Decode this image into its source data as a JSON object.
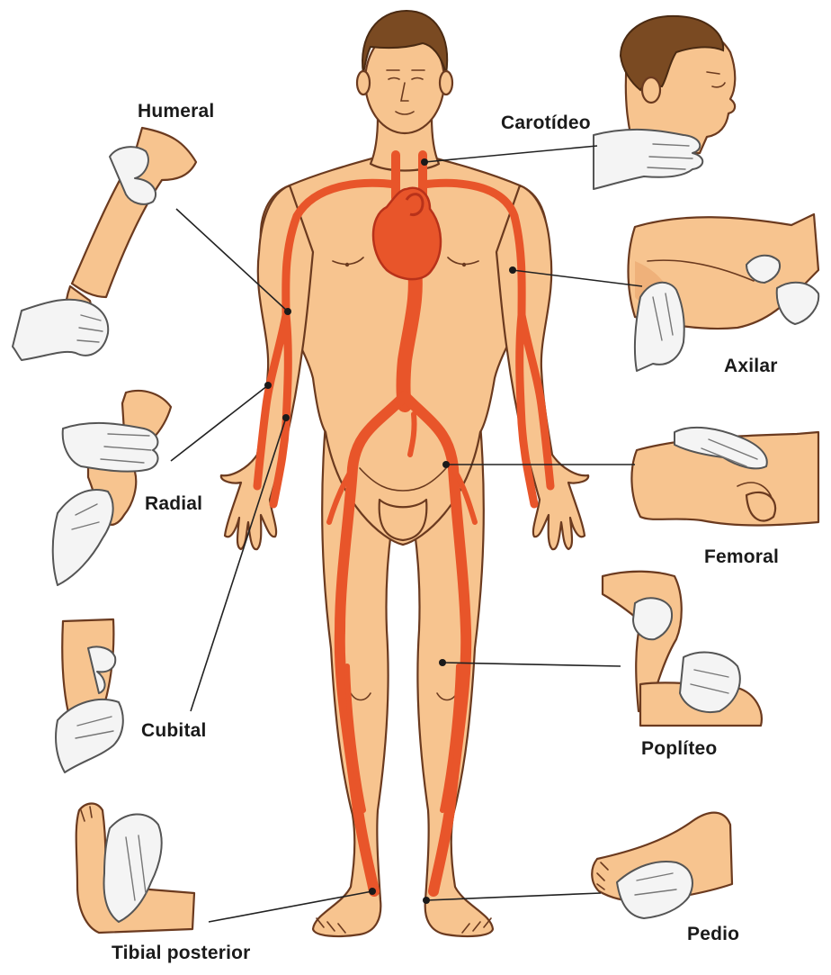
{
  "labels": {
    "humeral": "Humeral",
    "carotideo": "Carotídeo",
    "axilar": "Axilar",
    "radial": "Radial",
    "femoral": "Femoral",
    "cubital": "Cubital",
    "popliteo": "Poplíteo",
    "tibial_posterior": "Tibial posterior",
    "pedio": "Pedio"
  },
  "colors": {
    "skin": "#f7c48f",
    "skin_shadow": "#e9a56c",
    "outline": "#6b3a1f",
    "artery": "#e8552a",
    "artery_dark": "#b8321a",
    "hair": "#7a4a22",
    "glove": "#f4f4f4",
    "leader": "#222222"
  }
}
